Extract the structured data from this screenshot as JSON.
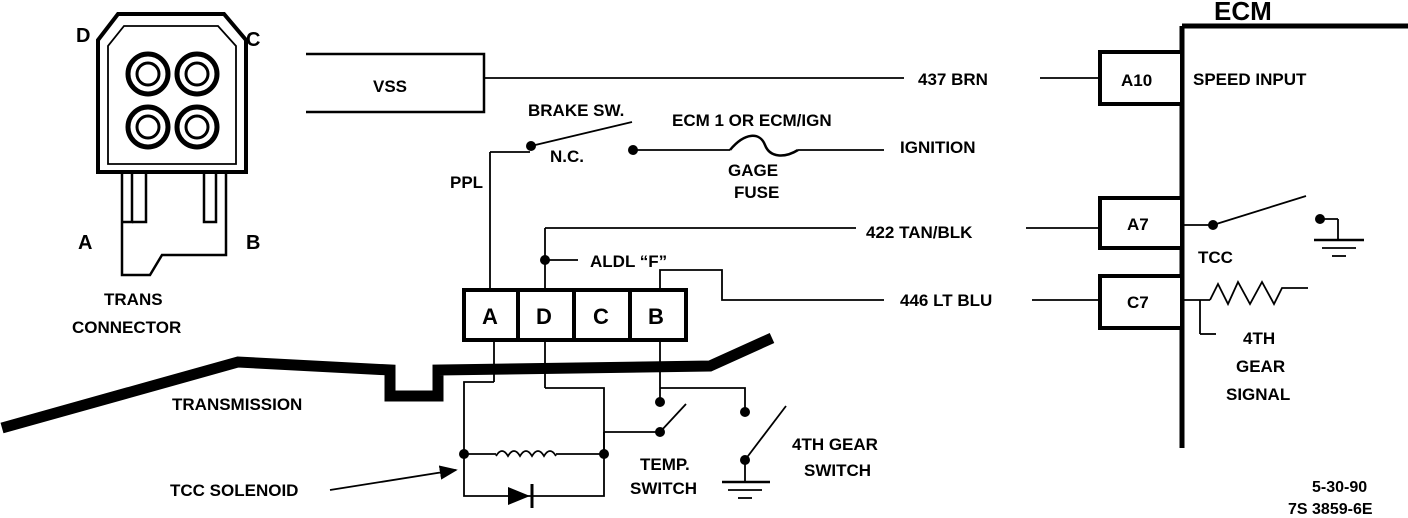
{
  "title": "ECM",
  "trans_connector": {
    "pin_d": "D",
    "pin_c": "C",
    "pin_a": "A",
    "pin_b": "B",
    "label_line1": "TRANS",
    "label_line2": "CONNECTOR"
  },
  "vss_label": "VSS",
  "wires": {
    "speed": "437 BRN",
    "ignition": "IGNITION",
    "ppl": "PPL",
    "tcc": "422 TAN/BLK",
    "fourth_gear": "446 LT BLU",
    "aldl": "ALDL “F”"
  },
  "brake_switch": {
    "label": "BRAKE SW.",
    "state": "N.C."
  },
  "fuse": {
    "source": "ECM 1 OR ECM/IGN",
    "line1": "GAGE",
    "line2": "FUSE"
  },
  "ecm_pins": {
    "a10": "A10",
    "a10_desc": "SPEED INPUT",
    "a7": "A7",
    "a7_desc": "TCC",
    "c7": "C7",
    "c7_desc_1": "4TH",
    "c7_desc_2": "GEAR",
    "c7_desc_3": "SIGNAL"
  },
  "case_connector": [
    "A",
    "D",
    "C",
    "B"
  ],
  "transmission_label": "TRANSMISSION",
  "tcc_solenoid": "TCC SOLENOID",
  "temp_switch": {
    "line1": "TEMP.",
    "line2": "SWITCH"
  },
  "gear_switch": {
    "line1": "4TH GEAR",
    "line2": "SWITCH"
  },
  "footer": {
    "date": "5-30-90",
    "code": "7S 3859-6E"
  }
}
